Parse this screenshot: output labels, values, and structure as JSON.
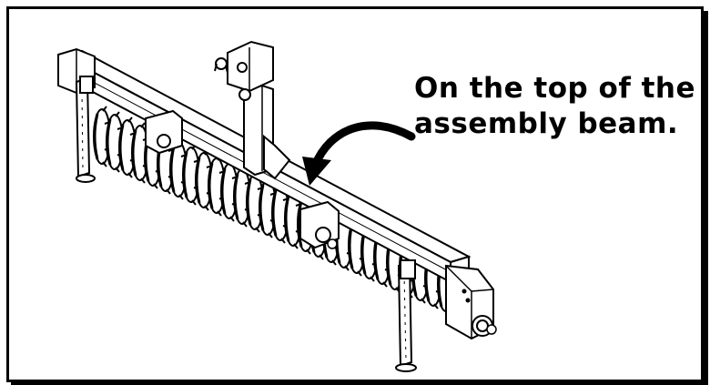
{
  "callout": {
    "line1": "On the top of the",
    "line2": "assembly beam."
  },
  "illustration": {
    "subject": "rolling-basket-attachment",
    "style": "black line drawing on white",
    "colors": {
      "ink": "#000000",
      "paper": "#ffffff"
    }
  }
}
